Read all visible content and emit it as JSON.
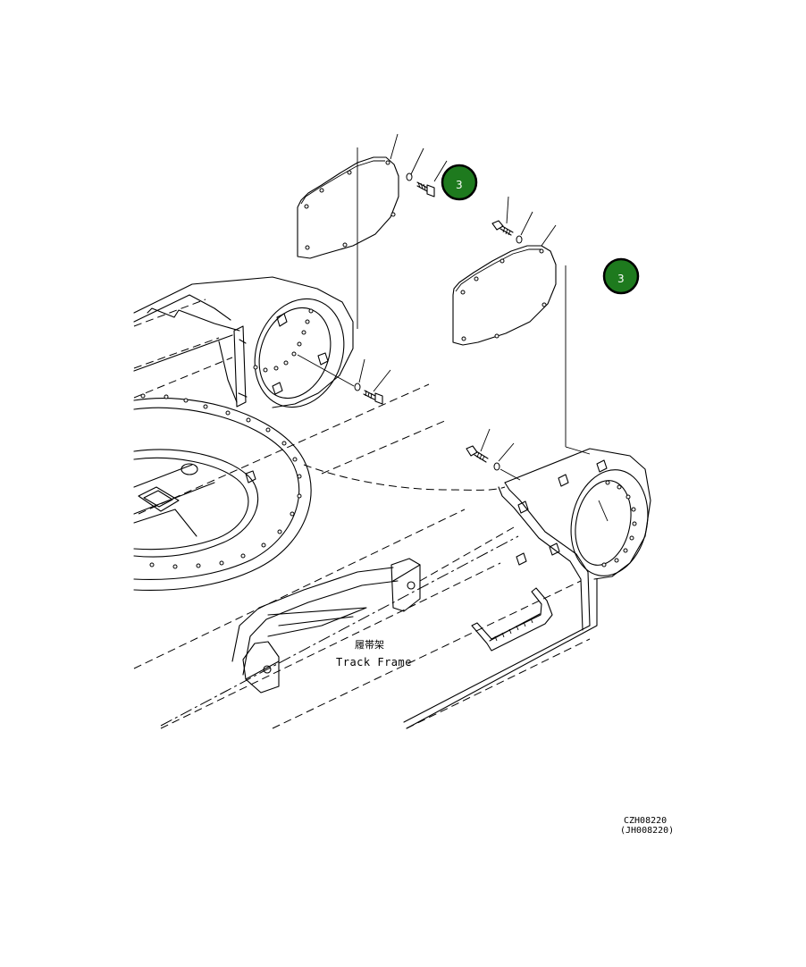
{
  "diagram": {
    "frame_label_cn": "履帯架",
    "frame_label_en": "Track Frame",
    "callouts": [
      {
        "number": "3",
        "color": "#1e7a1e"
      },
      {
        "number": "3",
        "color": "#1e7a1e"
      }
    ],
    "drawing_code": "CZH08220",
    "drawing_code_alt": "(JH008220)"
  }
}
